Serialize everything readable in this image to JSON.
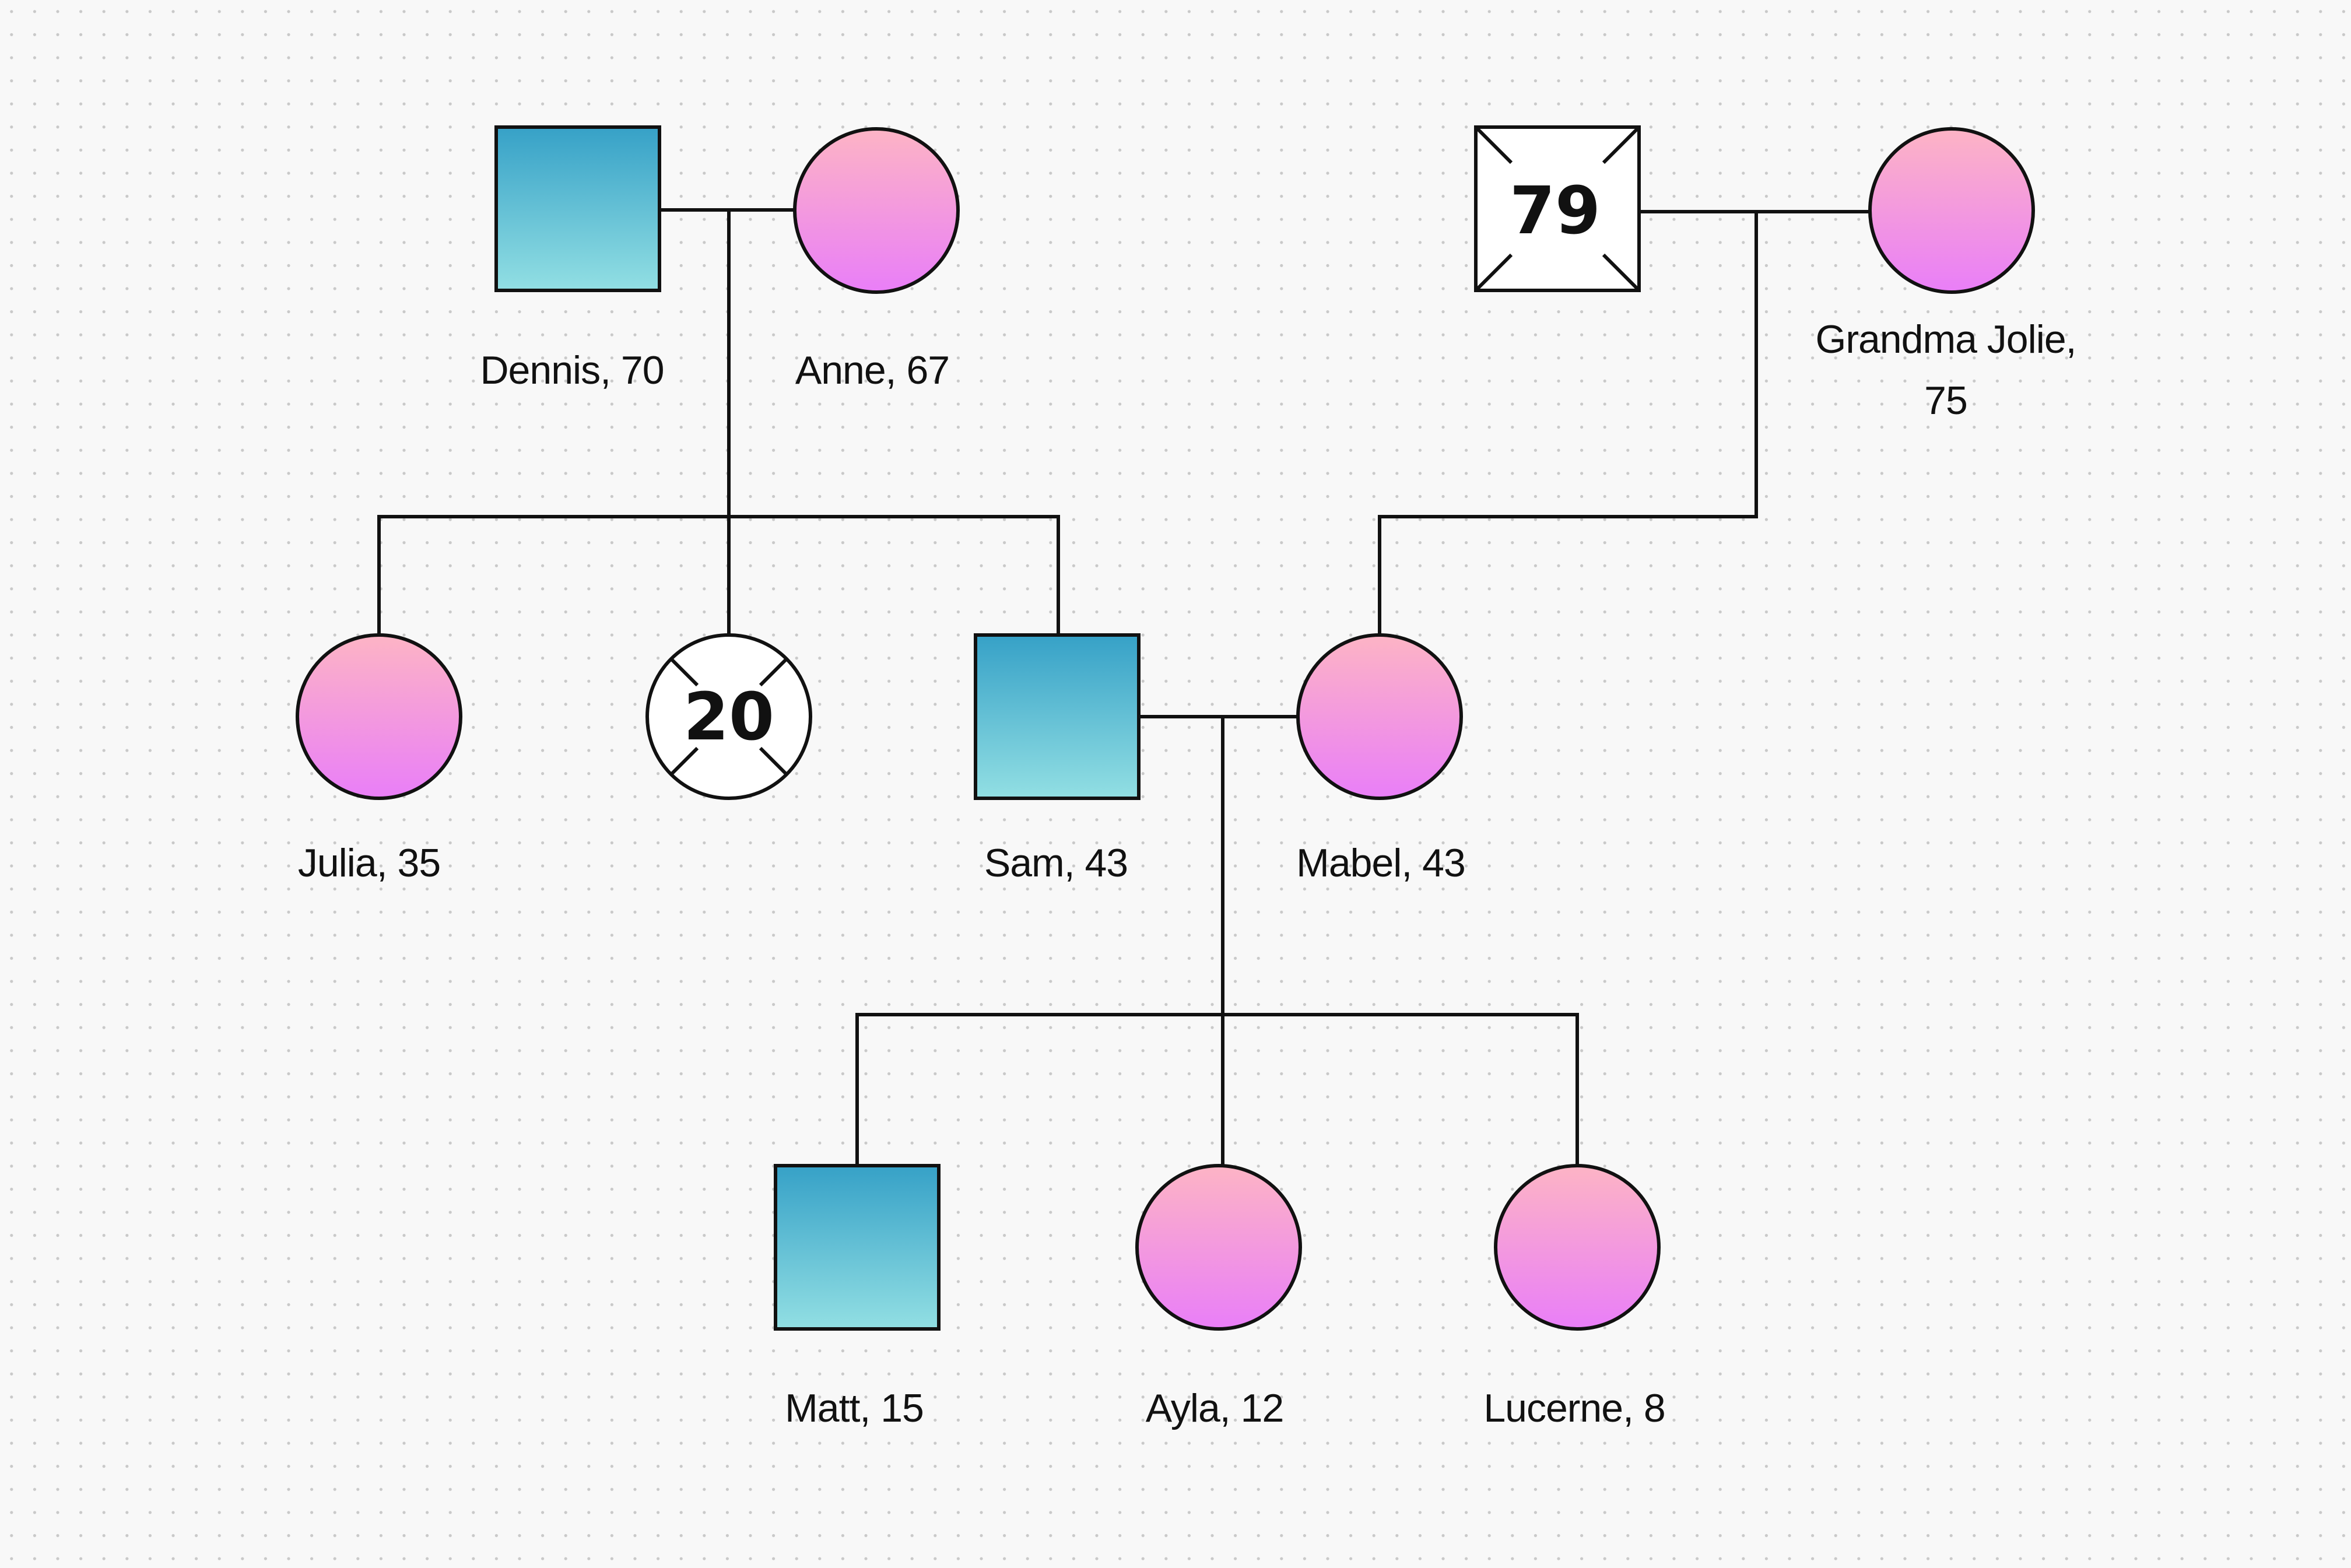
{
  "colors": {
    "background": "#f8f8f8",
    "dot": "#c9c9c9",
    "line": "#111111",
    "male_gradient": [
      "#36a1c7",
      "#92dfe3"
    ],
    "female_gradient": [
      "#fdb4c5",
      "#e97ef8"
    ],
    "deceased_fill": "#ffffff"
  },
  "people": {
    "dennis": {
      "label": "Dennis, 70",
      "sex": "male",
      "deceased": false
    },
    "anne": {
      "label": "Anne, 67",
      "sex": "female",
      "deceased": false
    },
    "grandpa": {
      "label": "",
      "sex": "male",
      "deceased": true,
      "age_mark": "79"
    },
    "jolie": {
      "label_line1": "Grandma Jolie,",
      "label_line2": "75",
      "sex": "female",
      "deceased": false
    },
    "julia": {
      "label": "Julia, 35",
      "sex": "female",
      "deceased": false
    },
    "sibling": {
      "label": "",
      "sex": "female",
      "deceased": true,
      "age_mark": "20"
    },
    "sam": {
      "label": "Sam, 43",
      "sex": "male",
      "deceased": false
    },
    "mabel": {
      "label": "Mabel, 43",
      "sex": "female",
      "deceased": false
    },
    "matt": {
      "label": "Matt, 15",
      "sex": "male",
      "deceased": false
    },
    "ayla": {
      "label": "Ayla, 12",
      "sex": "female",
      "deceased": false
    },
    "lucerne": {
      "label": "Lucerne, 8",
      "sex": "female",
      "deceased": false
    }
  },
  "relations": {
    "couples": [
      [
        "dennis",
        "anne"
      ],
      [
        "grandpa",
        "jolie"
      ],
      [
        "sam",
        "mabel"
      ]
    ],
    "children": {
      "dennis+anne": [
        "julia",
        "sibling",
        "sam"
      ],
      "grandpa+jolie": [
        "mabel"
      ],
      "sam+mabel": [
        "matt",
        "ayla",
        "lucerne"
      ]
    }
  }
}
